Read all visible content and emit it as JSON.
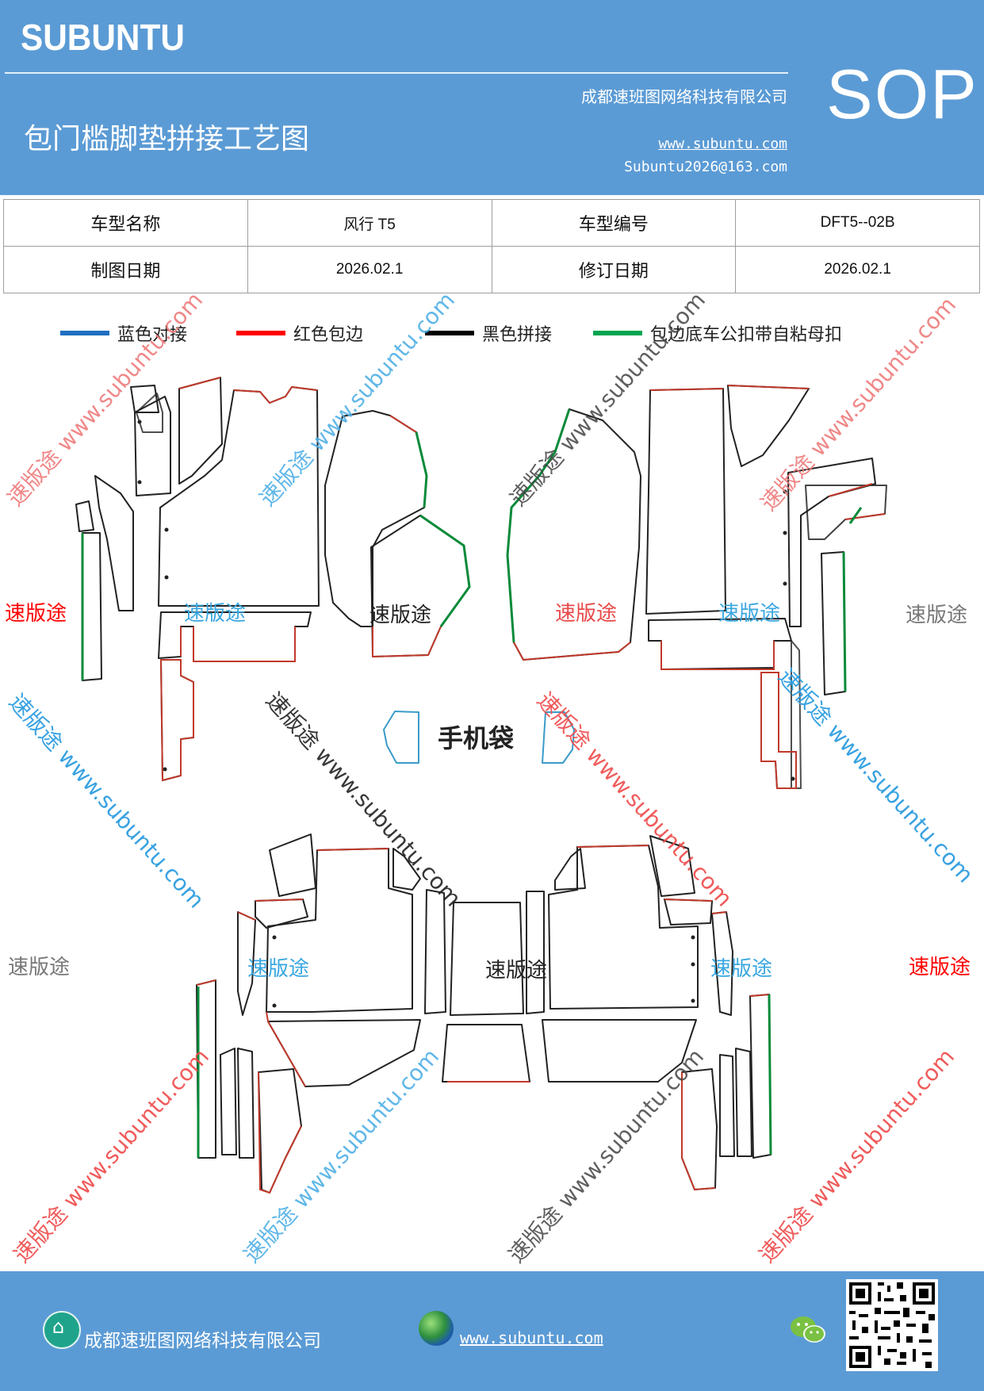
{
  "header": {
    "brand": "SUBUNTU",
    "company": "成都速班图网络科技有限公司",
    "title": "包门槛脚垫拼接工艺图",
    "website": "www.subuntu.com",
    "email": "Subuntu2026@163.com",
    "doc_type": "SOP"
  },
  "info": {
    "row1": [
      "车型名称",
      "风行 T5",
      "车型编号",
      "DFT5--02B"
    ],
    "row2": [
      "制图日期",
      "2026.02.1",
      "修订日期",
      "2026.02.1"
    ]
  },
  "legend": [
    {
      "label": "蓝色对接",
      "color": "#1f6fc0"
    },
    {
      "label": "红色包边",
      "color": "#ff0000"
    },
    {
      "label": "黑色拼接",
      "color": "#000000"
    },
    {
      "label": "包边底车公扣带自粘母扣",
      "color": "#00a651"
    }
  ],
  "diagram": {
    "phone_bag_label": "手机袋",
    "watermark_text": "速版途",
    "watermark_url_line": "速版途 www.subuntu.com",
    "watermark_url": "www.subuntu.com",
    "colors": {
      "outline": "#222222",
      "red": "#c0392b",
      "green": "#0a8a3a",
      "blue": "#3a9bc9"
    }
  },
  "footer": {
    "company": "成都速班图网络科技有限公司",
    "website": "www.subuntu.com"
  }
}
